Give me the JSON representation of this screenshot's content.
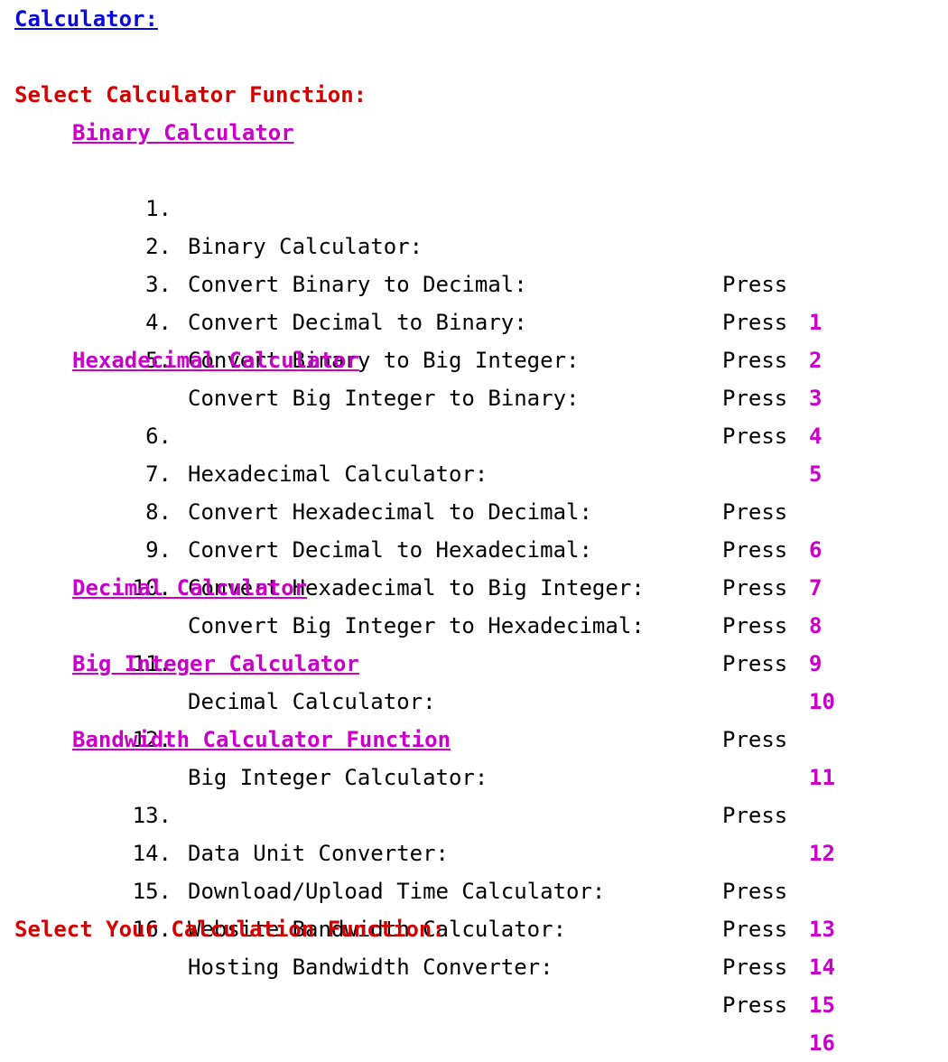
{
  "title": "Calculator:",
  "select_prompt": "Select Calculator Function:",
  "final_prompt": "Select Your Calculation Function:",
  "press_label": "Press",
  "colors": {
    "title": "#0a0ad6",
    "prompt": "#d40000",
    "section": "#c800c8",
    "key": "#c800c8",
    "text": "#000000"
  },
  "sections": [
    {
      "heading": "Binary Calculator",
      "items": [
        {
          "num": "1.",
          "label": "Binary Calculator:",
          "key": "1"
        },
        {
          "num": "2.",
          "label": "Convert Binary to Decimal:",
          "key": "2"
        },
        {
          "num": "3.",
          "label": "Convert Decimal to Binary:",
          "key": "3"
        },
        {
          "num": "4.",
          "label": "Convert Binary to Big Integer:",
          "key": "4"
        },
        {
          "num": "5.",
          "label": "Convert Big Integer to Binary:",
          "key": "5"
        }
      ]
    },
    {
      "heading": "Hexadecimal Calculator",
      "items": [
        {
          "num": "6.",
          "label": "Hexadecimal Calculator:",
          "key": "6"
        },
        {
          "num": "7.",
          "label": "Convert Hexadecimal to Decimal:",
          "key": "7"
        },
        {
          "num": "8.",
          "label": "Convert Decimal to Hexadecimal:",
          "key": "8"
        },
        {
          "num": "9.",
          "label": "Convert Hexadecimal to Big Integer:",
          "key": "9"
        },
        {
          "num": "10.",
          "label": "Convert Big Integer to Hexadecimal:",
          "key": "10"
        }
      ]
    },
    {
      "heading": "Decimal Calculator",
      "items": [
        {
          "num": "11.",
          "label": "Decimal Calculator:",
          "key": "11"
        }
      ]
    },
    {
      "heading": "Big Integer Calculator",
      "items": [
        {
          "num": "12.",
          "label": "Big Integer Calculator:",
          "key": "12"
        }
      ]
    },
    {
      "heading": "Bandwidth Calculator Function",
      "items": [
        {
          "num": "13.",
          "label": "Data Unit Converter:",
          "key": "13"
        },
        {
          "num": "14.",
          "label": "Download/Upload Time Calculator:",
          "key": "14"
        },
        {
          "num": "15.",
          "label": "Website Bandwidth Calculator:",
          "key": "15"
        },
        {
          "num": "16.",
          "label": "Hosting Bandwidth Converter:",
          "key": "16"
        }
      ]
    }
  ]
}
